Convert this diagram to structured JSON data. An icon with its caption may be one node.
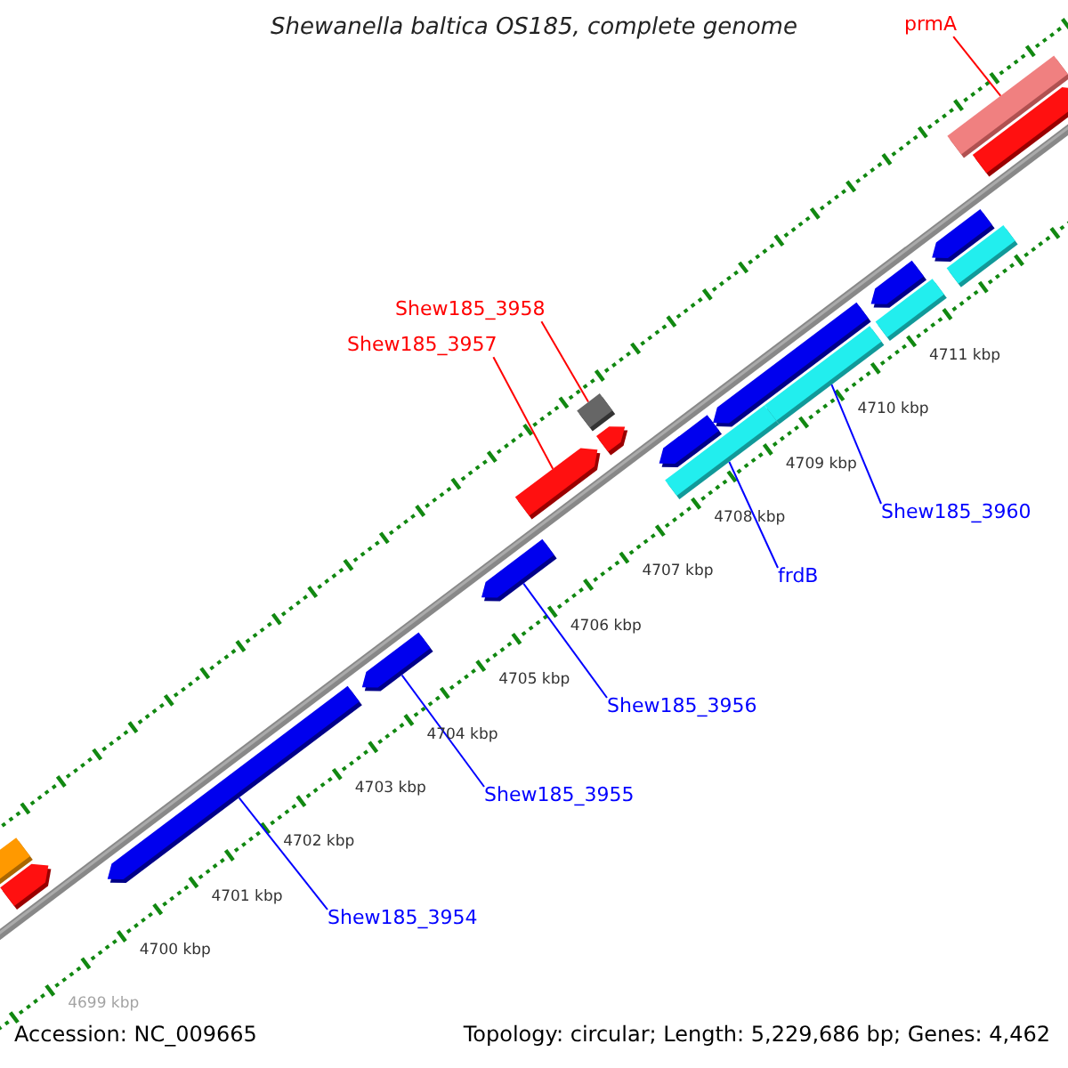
{
  "diagram": {
    "title": "Shewanella baltica OS185, complete genome",
    "nodes": [
      {
        "text": [
          "prmA"
        ]
      },
      {
        "text": [],
        "shape": "bar"
      },
      {
        "text": [
          "Shew185_3958"
        ]
      },
      {
        "text": [],
        "shape": "bar"
      },
      {
        "text": [
          "Shew185_3957"
        ]
      },
      {
        "text": [],
        "shape": "bar"
      },
      {
        "text": [
          "Shew185_3960"
        ]
      },
      {
        "text": [],
        "shape": "bar"
      },
      {
        "text": [
          "frdB"
        ]
      },
      {
        "text": [],
        "shape": "bar"
      },
      {
        "text": [
          "Shew185_3956"
        ]
      },
      {
        "text": [],
        "shape": "bar"
      },
      {
        "text": [
          "Shew185_3955"
        ]
      },
      {
        "text": [],
        "shape": "bar"
      },
      {
        "text": [
          "Shew185_3954"
        ]
      },
      {
        "text": [],
        "shape": "bar"
      },
      {
        "text": [],
        "shape": "bar"
      },
      {
        "text": [],
        "shape": "bar"
      },
      {
        "text": [],
        "shape": "bar"
      },
      {
        "text": [],
        "shape": "bar"
      },
      {
        "text": [],
        "shape": "bar"
      },
      {
        "text": [],
        "shape": "bar"
      },
      {
        "text": [],
        "shape": "bar"
      },
      {
        "text": [],
        "shape": "bar"
      },
      {
        "text": [],
        "shape": "bar"
      },
      {
        "text": [],
        "shape": "bar"
      }
    ],
    "edges": [
      {
        "from": 0,
        "to": 1,
        "arrow": "none",
        "color": "#ff0000"
      },
      {
        "from": 2,
        "to": 3,
        "arrow": "none",
        "color": "#ff0000"
      },
      {
        "from": 4,
        "to": 5,
        "arrow": "none",
        "color": "#ff0000"
      },
      {
        "from": 6,
        "to": 7,
        "arrow": "none"
      },
      {
        "from": 8,
        "to": 9,
        "arrow": "none"
      },
      {
        "from": 10,
        "to": 11,
        "arrow": "none"
      },
      {
        "from": 12,
        "to": 13,
        "arrow": "none"
      },
      {
        "from": 14,
        "to": 15,
        "arrow": "none"
      }
    ],
    "labels": [
      "4711 kbp",
      "4710 kbp",
      "4709 kbp",
      "4708 kbp",
      "4707 kbp",
      "4706 kbp",
      "4705 kbp",
      "4704 kbp",
      "4703 kbp",
      "4702 kbp",
      "4701 kbp",
      "4700 kbp",
      "4699 kbp",
      "Accession: NC_009665",
      "Topology: circular; Length: 5,229,686 bp; Genes: 4,462"
    ]
  }
}
